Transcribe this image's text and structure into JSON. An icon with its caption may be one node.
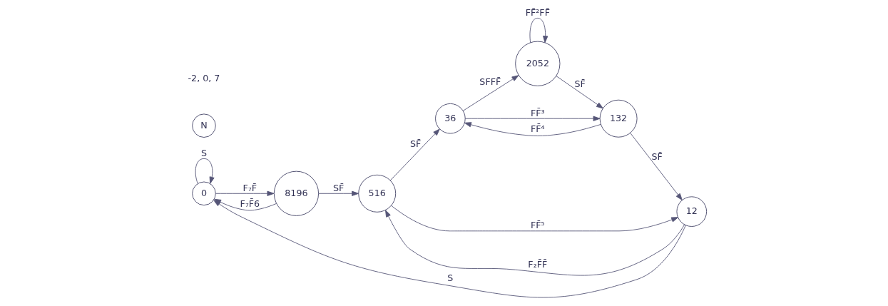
{
  "diagram": {
    "nodes": [
      {
        "text": [
          "0"
        ]
      },
      {
        "text": [
          "8196"
        ]
      },
      {
        "text": [
          "516"
        ]
      },
      {
        "text": [
          "36"
        ]
      },
      {
        "text": [
          "2052"
        ]
      },
      {
        "text": [
          "132"
        ]
      },
      {
        "text": [
          "12"
        ]
      },
      {
        "text": [
          "N"
        ]
      }
    ],
    "edges": [
      {
        "from": 0,
        "to": 0,
        "arrow": "to",
        "label": "S"
      },
      {
        "from": 0,
        "to": 1,
        "arrow": "to",
        "label": "F₇F̄"
      },
      {
        "from": 1,
        "to": 0,
        "arrow": "to",
        "label": "F₇F̄6"
      },
      {
        "from": 1,
        "to": 2,
        "arrow": "to",
        "label": "SF̄"
      },
      {
        "from": 2,
        "to": 3,
        "arrow": "to",
        "label": "SF̄"
      },
      {
        "from": 3,
        "to": 4,
        "arrow": "to",
        "label": "SFFF̄"
      },
      {
        "from": 3,
        "to": 5,
        "arrow": "to",
        "label": "FF̄³"
      },
      {
        "from": 4,
        "to": 4,
        "arrow": "to",
        "label": "FF̄²FF̄"
      },
      {
        "from": 4,
        "to": 5,
        "arrow": "to",
        "label": "SF̄"
      },
      {
        "from": 5,
        "to": 6,
        "arrow": "to",
        "label": "SF̄"
      },
      {
        "from": 5,
        "to": 3,
        "arrow": "to",
        "label": "FF̄⁴"
      },
      {
        "from": 6,
        "to": 2,
        "arrow": "to",
        "label": "F₂F̄F̄"
      },
      {
        "from": 2,
        "to": 6,
        "arrow": "to",
        "label": "FF̄⁵"
      },
      {
        "from": 6,
        "to": 0,
        "arrow": "to",
        "label": "S"
      }
    ],
    "labels": [
      "-2, 0, 7"
    ]
  }
}
